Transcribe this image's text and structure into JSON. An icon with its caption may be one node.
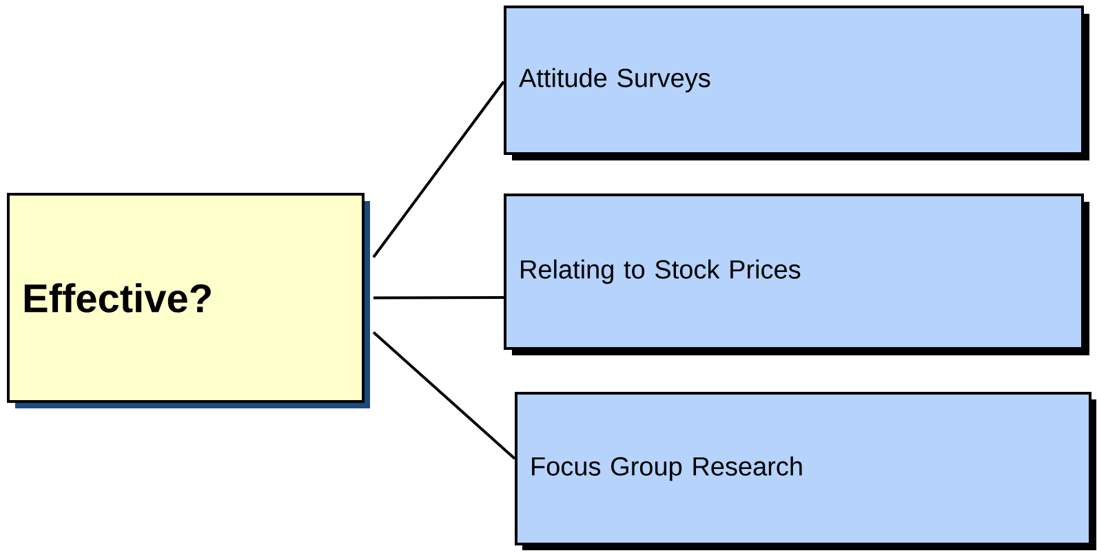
{
  "diagram": {
    "nodes": [
      {
        "text": [
          "Effective?"
        ]
      },
      {
        "text": [
          "Attitude Surveys"
        ]
      },
      {
        "text": [
          "Relating to Stock Prices"
        ]
      },
      {
        "text": [
          "Focus Group Research"
        ]
      }
    ],
    "edges": [
      {
        "from": 0,
        "to": 1,
        "arrow": "none"
      },
      {
        "from": 0,
        "to": 2,
        "arrow": "none"
      },
      {
        "from": 0,
        "to": 3,
        "arrow": "none"
      }
    ]
  }
}
